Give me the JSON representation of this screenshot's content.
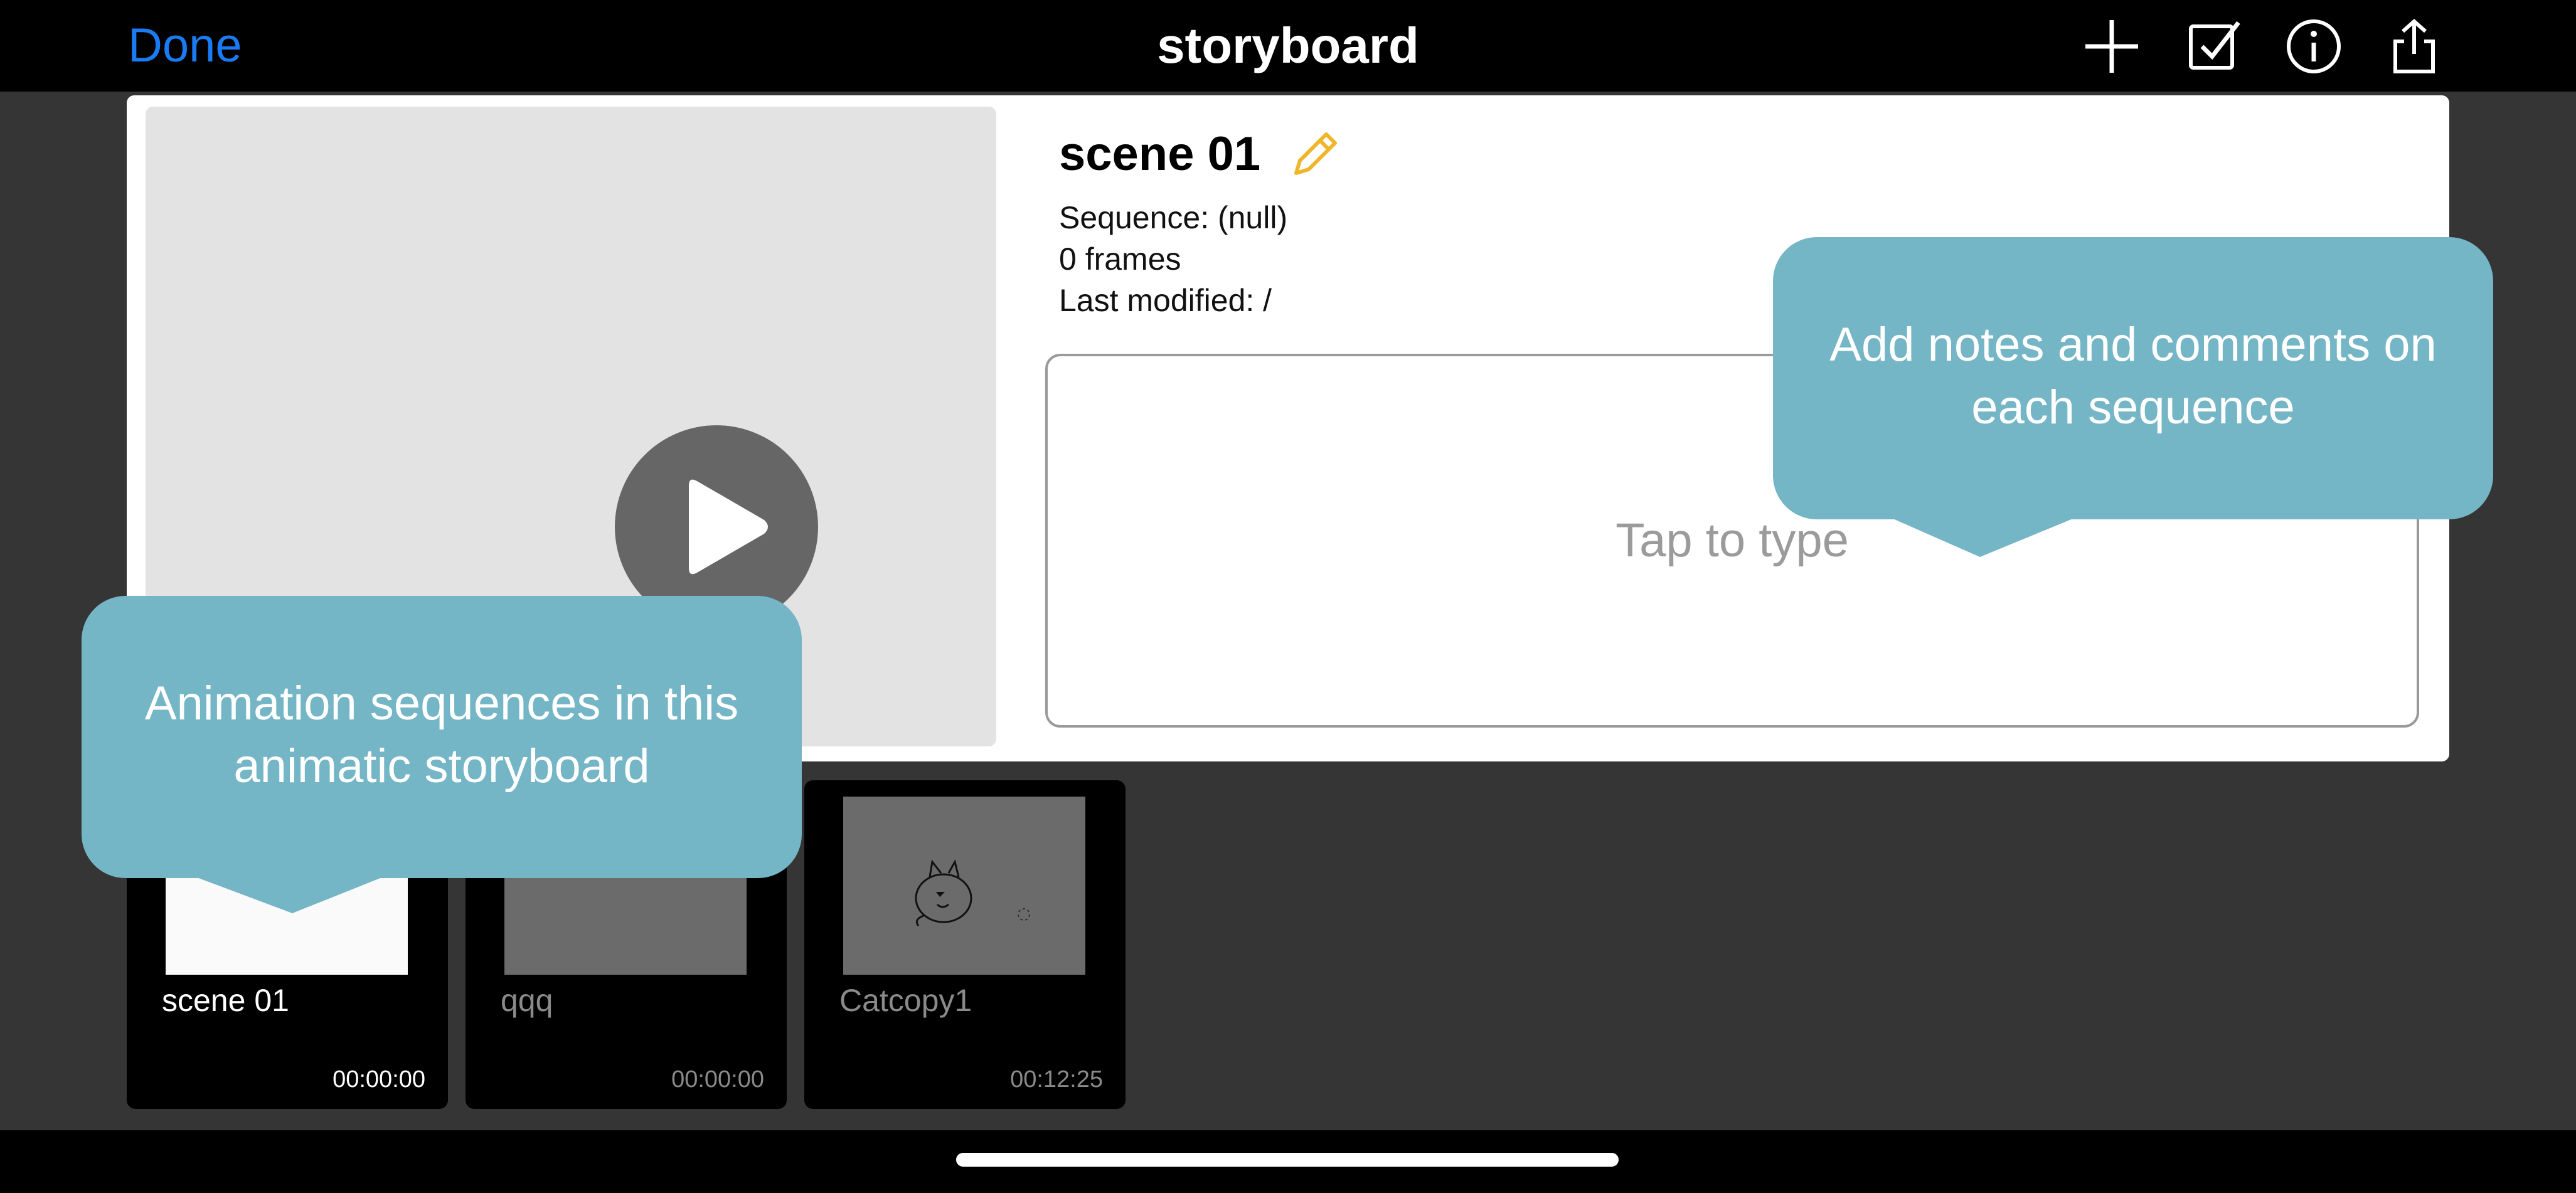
{
  "nav": {
    "done_label": "Done",
    "title": "storyboard",
    "icons": [
      "plus-icon",
      "checkbox-icon",
      "info-icon",
      "share-icon"
    ],
    "accent_color": "#1a7cf5"
  },
  "scene": {
    "title": "scene 01",
    "sequence": "Sequence: (null)",
    "frames": "0 frames",
    "last_modified": "Last modified: /",
    "notes_placeholder": "Tap to type"
  },
  "sequences": [
    {
      "name": "scene 01",
      "time": "00:00:00"
    },
    {
      "name": "qqq",
      "time": "00:00:00"
    },
    {
      "name": "Catcopy1",
      "time": "00:12:25"
    }
  ],
  "tips": {
    "notes": "Add notes and comments on each sequence",
    "sequences": "Animation sequences in this animatic storyboard",
    "color": "#74b5c6"
  }
}
